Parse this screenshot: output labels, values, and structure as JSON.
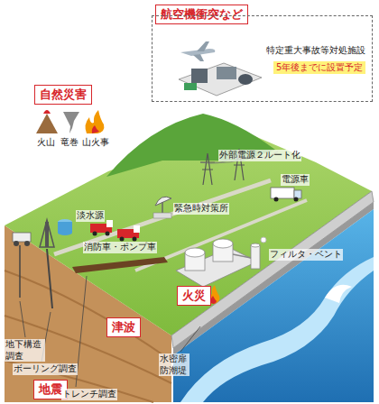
{
  "diagram": {
    "nodes": [
      {
        "text": [
          "航空機衝突など"
        ]
      },
      {
        "text": [
          "特定重大事故等対処施設"
        ]
      },
      {
        "text": [
          "5年後までに設置予定"
        ],
        "in": 1
      },
      {
        "text": [
          "自然災害"
        ]
      },
      {
        "text": [
          "火災"
        ]
      },
      {
        "text": [
          "津波"
        ]
      },
      {
        "text": [
          "地震"
        ]
      }
    ],
    "labels": [
      "火山",
      "竜巻",
      "山火事",
      "外部電源２ルート化",
      "電源車",
      "緊急時対策所",
      "淡水源",
      "消防車・ポンプ車",
      "フィルタ・ベント",
      "水密扉 防潮堤",
      "地下構造 調査",
      "ボーリング調査",
      "トレンチ調査"
    ]
  }
}
